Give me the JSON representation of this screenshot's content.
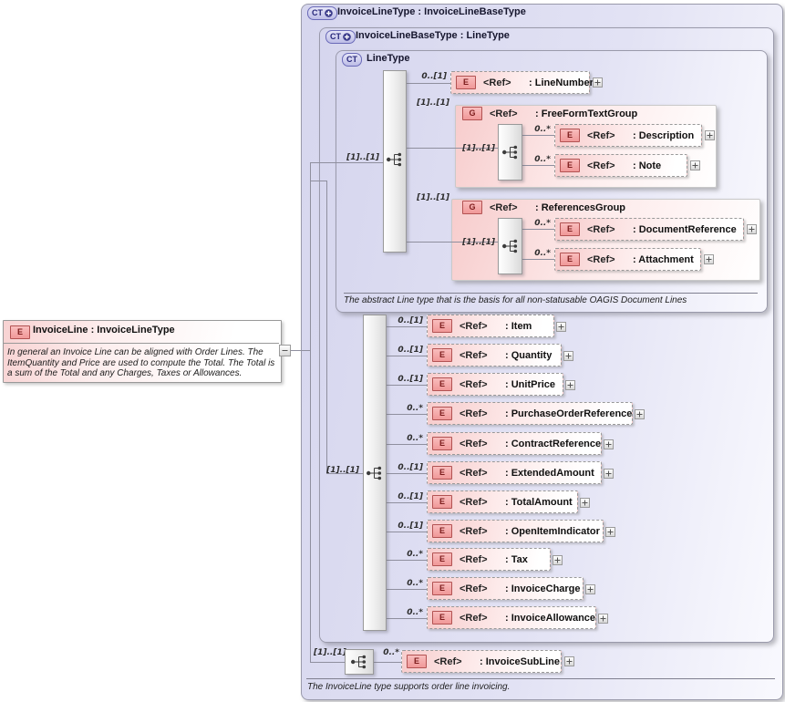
{
  "shared": {
    "ref": "<Ref>",
    "element_badge": "E",
    "group_badge": "G",
    "ct_badge": "CT"
  },
  "left_panel": {
    "title": "InvoiceLine : InvoiceLineType",
    "annotation": "In general an Invoice Line can be aligned with Order Lines. The ItemQuantity and Price are used to compute the Total. The Total is a sum of the Total and any Charges, Taxes or Allowances."
  },
  "invoice_line_type": {
    "title": "InvoiceLineType : InvoiceLineBaseType",
    "annotation": "The InvoiceLine type supports order line invoicing.",
    "sequence_cardinality": "[1]..[1]",
    "subline": {
      "cardinality": "0..*",
      "name": ": InvoiceSubLine"
    }
  },
  "invoice_line_base_type": {
    "title": "InvoiceLineBaseType : LineType",
    "sequence_cardinality": "[1]..[1]",
    "elements": [
      {
        "cardinality": "0..[1]",
        "name": ": Item"
      },
      {
        "cardinality": "0..[1]",
        "name": ": Quantity"
      },
      {
        "cardinality": "0..[1]",
        "name": ": UnitPrice"
      },
      {
        "cardinality": "0..*",
        "name": ": PurchaseOrderReference"
      },
      {
        "cardinality": "0..*",
        "name": ": ContractReference"
      },
      {
        "cardinality": "0..[1]",
        "name": ": ExtendedAmount"
      },
      {
        "cardinality": "0..[1]",
        "name": ": TotalAmount"
      },
      {
        "cardinality": "0..[1]",
        "name": ": OpenItemIndicator"
      },
      {
        "cardinality": "0..*",
        "name": ": Tax"
      },
      {
        "cardinality": "0..*",
        "name": ": InvoiceCharge"
      },
      {
        "cardinality": "0..*",
        "name": ": InvoiceAllowance"
      }
    ]
  },
  "line_type": {
    "title": "LineType",
    "annotation": "The abstract Line type that is the basis for all non-statusable OAGIS Document Lines",
    "sequence_cardinality": "[1]..[1]",
    "line_number": {
      "cardinality": "0..[1]",
      "name": ": LineNumber"
    },
    "free_form_text_group": {
      "cardinality": "[1]..[1]",
      "name": ": FreeFormTextGroup",
      "sequence_cardinality": "[1]..[1]",
      "elements": [
        {
          "cardinality": "0..*",
          "name": ": Description"
        },
        {
          "cardinality": "0..*",
          "name": ": Note"
        }
      ]
    },
    "references_group": {
      "cardinality": "[1]..[1]",
      "name": ": ReferencesGroup",
      "sequence_cardinality": "[1]..[1]",
      "elements": [
        {
          "cardinality": "0..*",
          "name": ": DocumentReference"
        },
        {
          "cardinality": "0..*",
          "name": ": Attachment"
        }
      ]
    }
  },
  "icons": {
    "sequence": "sequence-model-icon",
    "expand": "plus-box",
    "collapse": "minus-box",
    "ct_plus": "extension-plus"
  },
  "colors": {
    "lavender_fill": "#dcdcf2",
    "pink_fill": "#f7cccc",
    "badge_red_border": "#b25252",
    "ct_blue_text": "#26267a",
    "line": "#8f8f9e"
  }
}
